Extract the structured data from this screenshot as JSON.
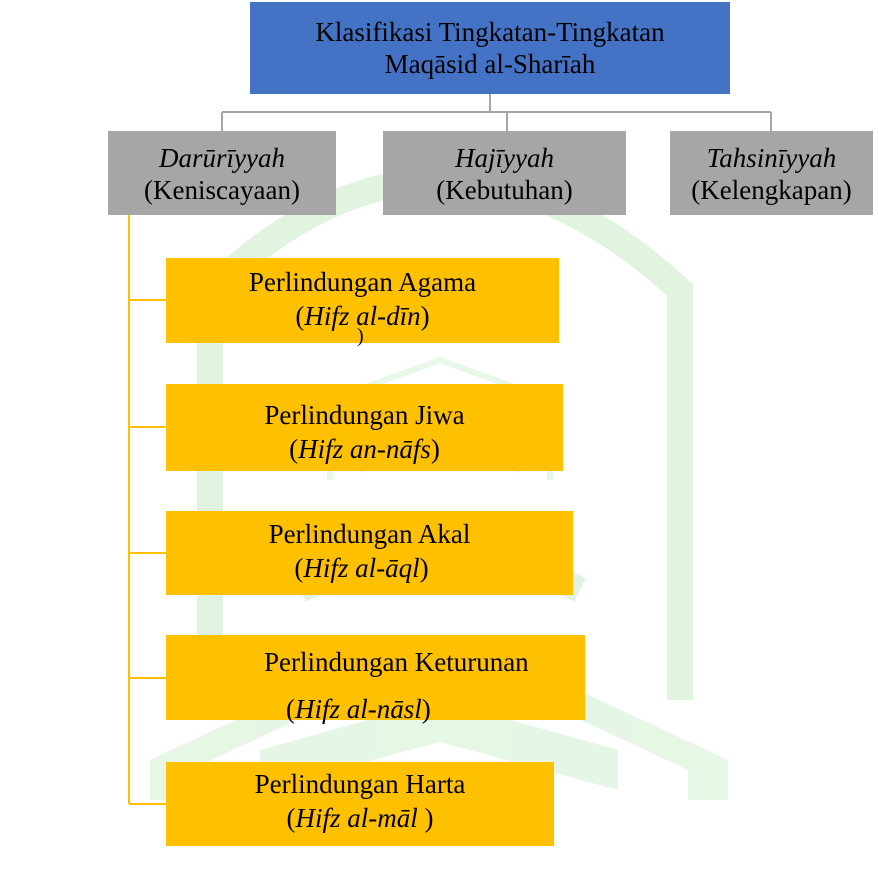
{
  "root": {
    "line1": "Klasifikasi Tingkatan-Tingkatan",
    "line2": "Maqāsid al-Sharīah"
  },
  "categories": [
    {
      "term": "Darūrīyyah",
      "gloss": "(Keniscayaan)"
    },
    {
      "term": "Hajīyyah",
      "gloss": "(Kebutuhan)"
    },
    {
      "term": "Tahsinīyyah",
      "gloss": "(Kelengkapan)"
    }
  ],
  "leaves": [
    {
      "title": "Perlindungan Agama",
      "open": "(",
      "term": "Hifz al-dīn",
      "close": ")"
    },
    {
      "title": "Perlindungan Jiwa",
      "open": "(",
      "term": "Hifz an-nāfs",
      "close": ")"
    },
    {
      "title": "Perlindungan Akal",
      "open": "(",
      "term": "Hifz al-āql",
      "close": ")"
    },
    {
      "title": "Perlindungan Keturunan",
      "open": "(",
      "term": "Hifz al-nāsl",
      "close": ")"
    },
    {
      "title": "Perlindungan Harta",
      "open": "(",
      "term": "Hifz al-māl",
      "close": " )"
    }
  ],
  "stray_mark": ")",
  "colors": {
    "root": "#4472c4",
    "category": "#a6a6a6",
    "leaf": "#ffc000",
    "connector_top": "#a6a6a6",
    "connector_leaf": "#ffc000",
    "watermark": "#d9f2d9"
  }
}
